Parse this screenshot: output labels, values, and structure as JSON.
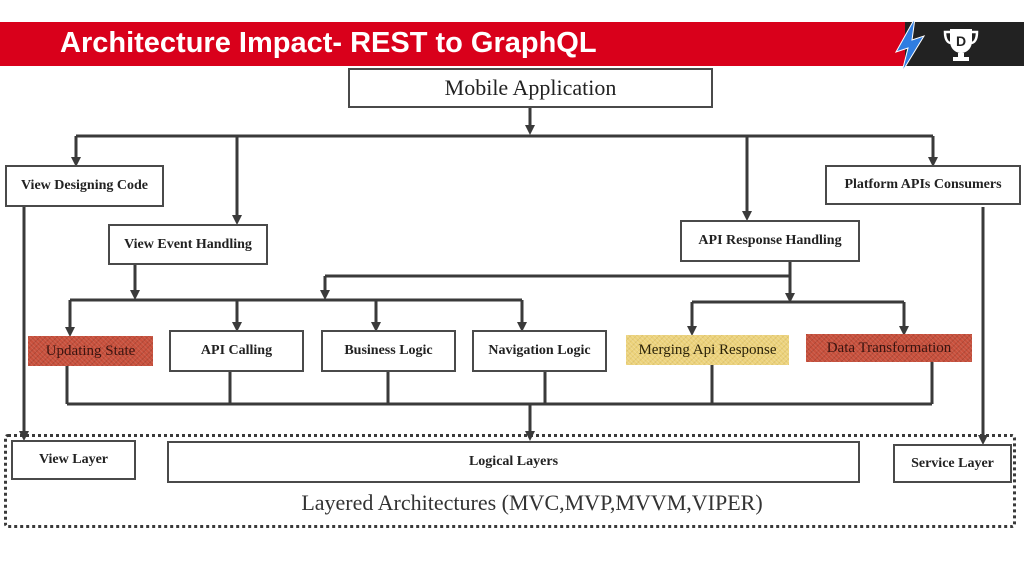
{
  "header": {
    "title": "Architecture Impact- REST to GraphQL",
    "accent_color": "#d9001b",
    "logo_icon": "trophy-d-logo-icon",
    "bolt_icon": "lightning-bolt-icon"
  },
  "diagram": {
    "mobile_app": "Mobile Application",
    "view_designing_code": "View Designing Code",
    "platform_apis_consumers": "Platform APIs Consumers",
    "view_event_handling": "View Event Handling",
    "api_response_handling": "API Response Handling",
    "updating_state": "Updating State",
    "api_calling": "API Calling",
    "business_logic": "Business Logic",
    "navigation_logic": "Navigation Logic",
    "merging_api_response": "Merging Api Response",
    "data_transformation": "Data Transformation",
    "view_layer": "View Layer",
    "logical_layers": "Logical Layers",
    "service_layer": "Service Layer",
    "layered_architectures": "Layered Architectures (MVC,MVP,MVVM,VIPER)",
    "highlight_colors": {
      "removed": "#c8503c",
      "added": "#ecd27a"
    }
  }
}
